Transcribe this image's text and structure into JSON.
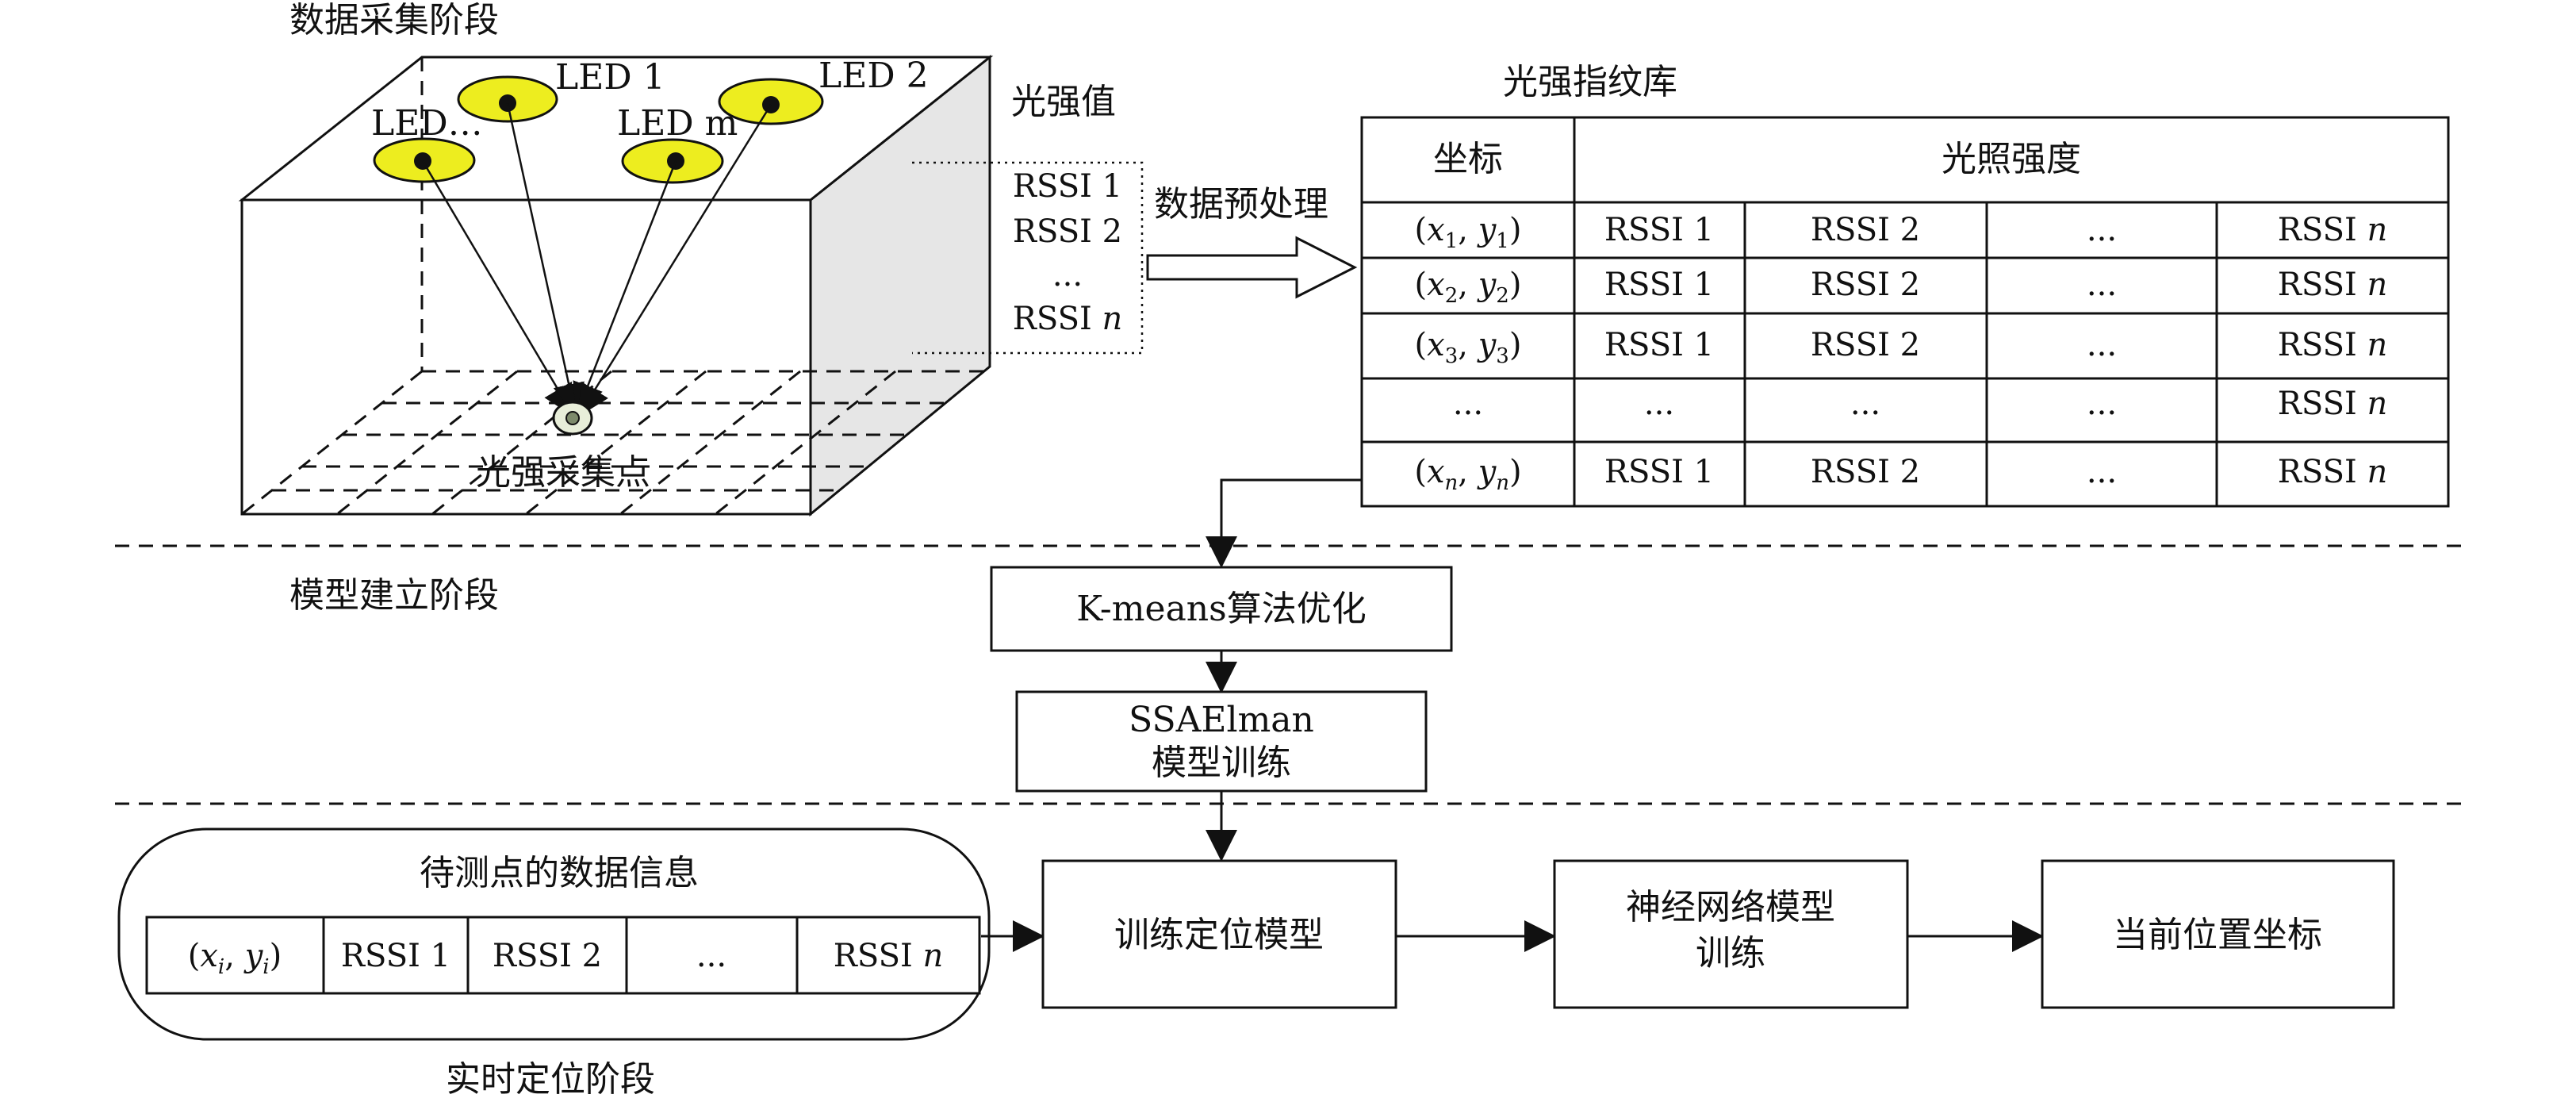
{
  "stages": {
    "collection": "数据采集阶段",
    "modeling": "模型建立阶段",
    "realtime": "实时定位阶段"
  },
  "scene": {
    "leds": [
      "LED 1",
      "LED 2",
      "LED…",
      "LED m"
    ],
    "collect_point": "光强采集点",
    "intensity_label": "光强值",
    "rssi_list": [
      "RSSI 1",
      "RSSI 2",
      "...",
      "RSSI n"
    ],
    "preprocess": "数据预处理"
  },
  "fingerprint": {
    "title": "光强指纹库",
    "header_coord": "坐标",
    "header_intensity": "光照强度",
    "rows": [
      {
        "coord": [
          "x",
          "1",
          "y",
          "1"
        ],
        "cells": [
          "RSSI 1",
          "RSSI 2",
          "...",
          "RSSI n"
        ]
      },
      {
        "coord": [
          "x",
          "2",
          "y",
          "2"
        ],
        "cells": [
          "RSSI 1",
          "RSSI 2",
          "...",
          "RSSI n"
        ]
      },
      {
        "coord": [
          "x",
          "3",
          "y",
          "3"
        ],
        "cells": [
          "RSSI 1",
          "RSSI 2",
          "...",
          "RSSI n"
        ]
      },
      {
        "coord_text": "...",
        "cells": [
          "...",
          "...",
          "...",
          "RSSI n"
        ]
      },
      {
        "coord": [
          "x",
          "n",
          "y",
          "n"
        ],
        "cells": [
          "RSSI 1",
          "RSSI 2",
          "...",
          "RSSI n"
        ]
      }
    ]
  },
  "model": {
    "kmeans": "K-means算法优化",
    "ssa_line1": "SSAElman",
    "ssa_line2": "模型训练"
  },
  "realtime": {
    "info_title": "待测点的数据信息",
    "info_coord": [
      "x",
      "i",
      "y",
      "i"
    ],
    "info_cells": [
      "RSSI 1",
      "RSSI 2",
      "...",
      "RSSI n"
    ],
    "train_model": "训练定位模型",
    "nn_line1": "神经网络模型",
    "nn_line2": "训练",
    "result": "当前位置坐标"
  }
}
